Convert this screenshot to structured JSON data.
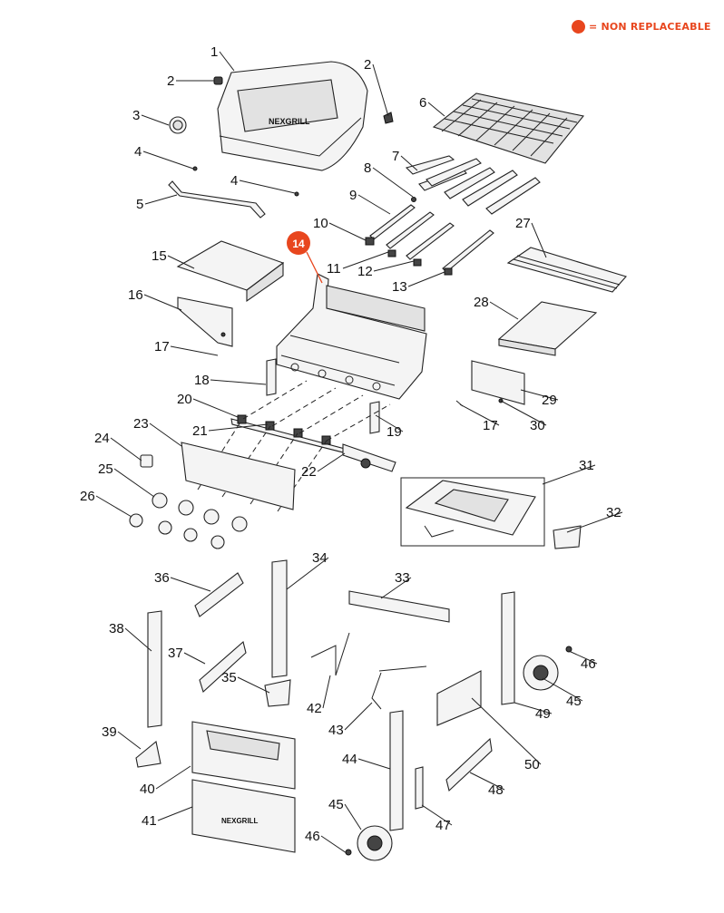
{
  "legend": {
    "text": "= NON REPLACEABLE",
    "color": "#e8461e"
  },
  "highlight_part": "14",
  "callouts": [
    {
      "label": "1"
    },
    {
      "label": "2"
    },
    {
      "label": "2"
    },
    {
      "label": "3"
    },
    {
      "label": "4"
    },
    {
      "label": "4"
    },
    {
      "label": "5"
    },
    {
      "label": "6"
    },
    {
      "label": "7"
    },
    {
      "label": "8"
    },
    {
      "label": "9"
    },
    {
      "label": "10"
    },
    {
      "label": "11"
    },
    {
      "label": "12"
    },
    {
      "label": "13"
    },
    {
      "label": "15"
    },
    {
      "label": "16"
    },
    {
      "label": "17"
    },
    {
      "label": "17"
    },
    {
      "label": "18"
    },
    {
      "label": "19"
    },
    {
      "label": "20"
    },
    {
      "label": "21"
    },
    {
      "label": "22"
    },
    {
      "label": "23"
    },
    {
      "label": "24"
    },
    {
      "label": "25"
    },
    {
      "label": "26"
    },
    {
      "label": "27"
    },
    {
      "label": "28"
    },
    {
      "label": "29"
    },
    {
      "label": "30"
    },
    {
      "label": "31"
    },
    {
      "label": "32"
    },
    {
      "label": "33"
    },
    {
      "label": "34"
    },
    {
      "label": "35"
    },
    {
      "label": "36"
    },
    {
      "label": "37"
    },
    {
      "label": "38"
    },
    {
      "label": "39"
    },
    {
      "label": "40"
    },
    {
      "label": "41"
    },
    {
      "label": "42"
    },
    {
      "label": "43"
    },
    {
      "label": "44"
    },
    {
      "label": "45"
    },
    {
      "label": "45"
    },
    {
      "label": "46"
    },
    {
      "label": "46"
    },
    {
      "label": "47"
    },
    {
      "label": "48"
    },
    {
      "label": "49"
    },
    {
      "label": "50"
    }
  ],
  "lid_logo": "NEXGRILL"
}
